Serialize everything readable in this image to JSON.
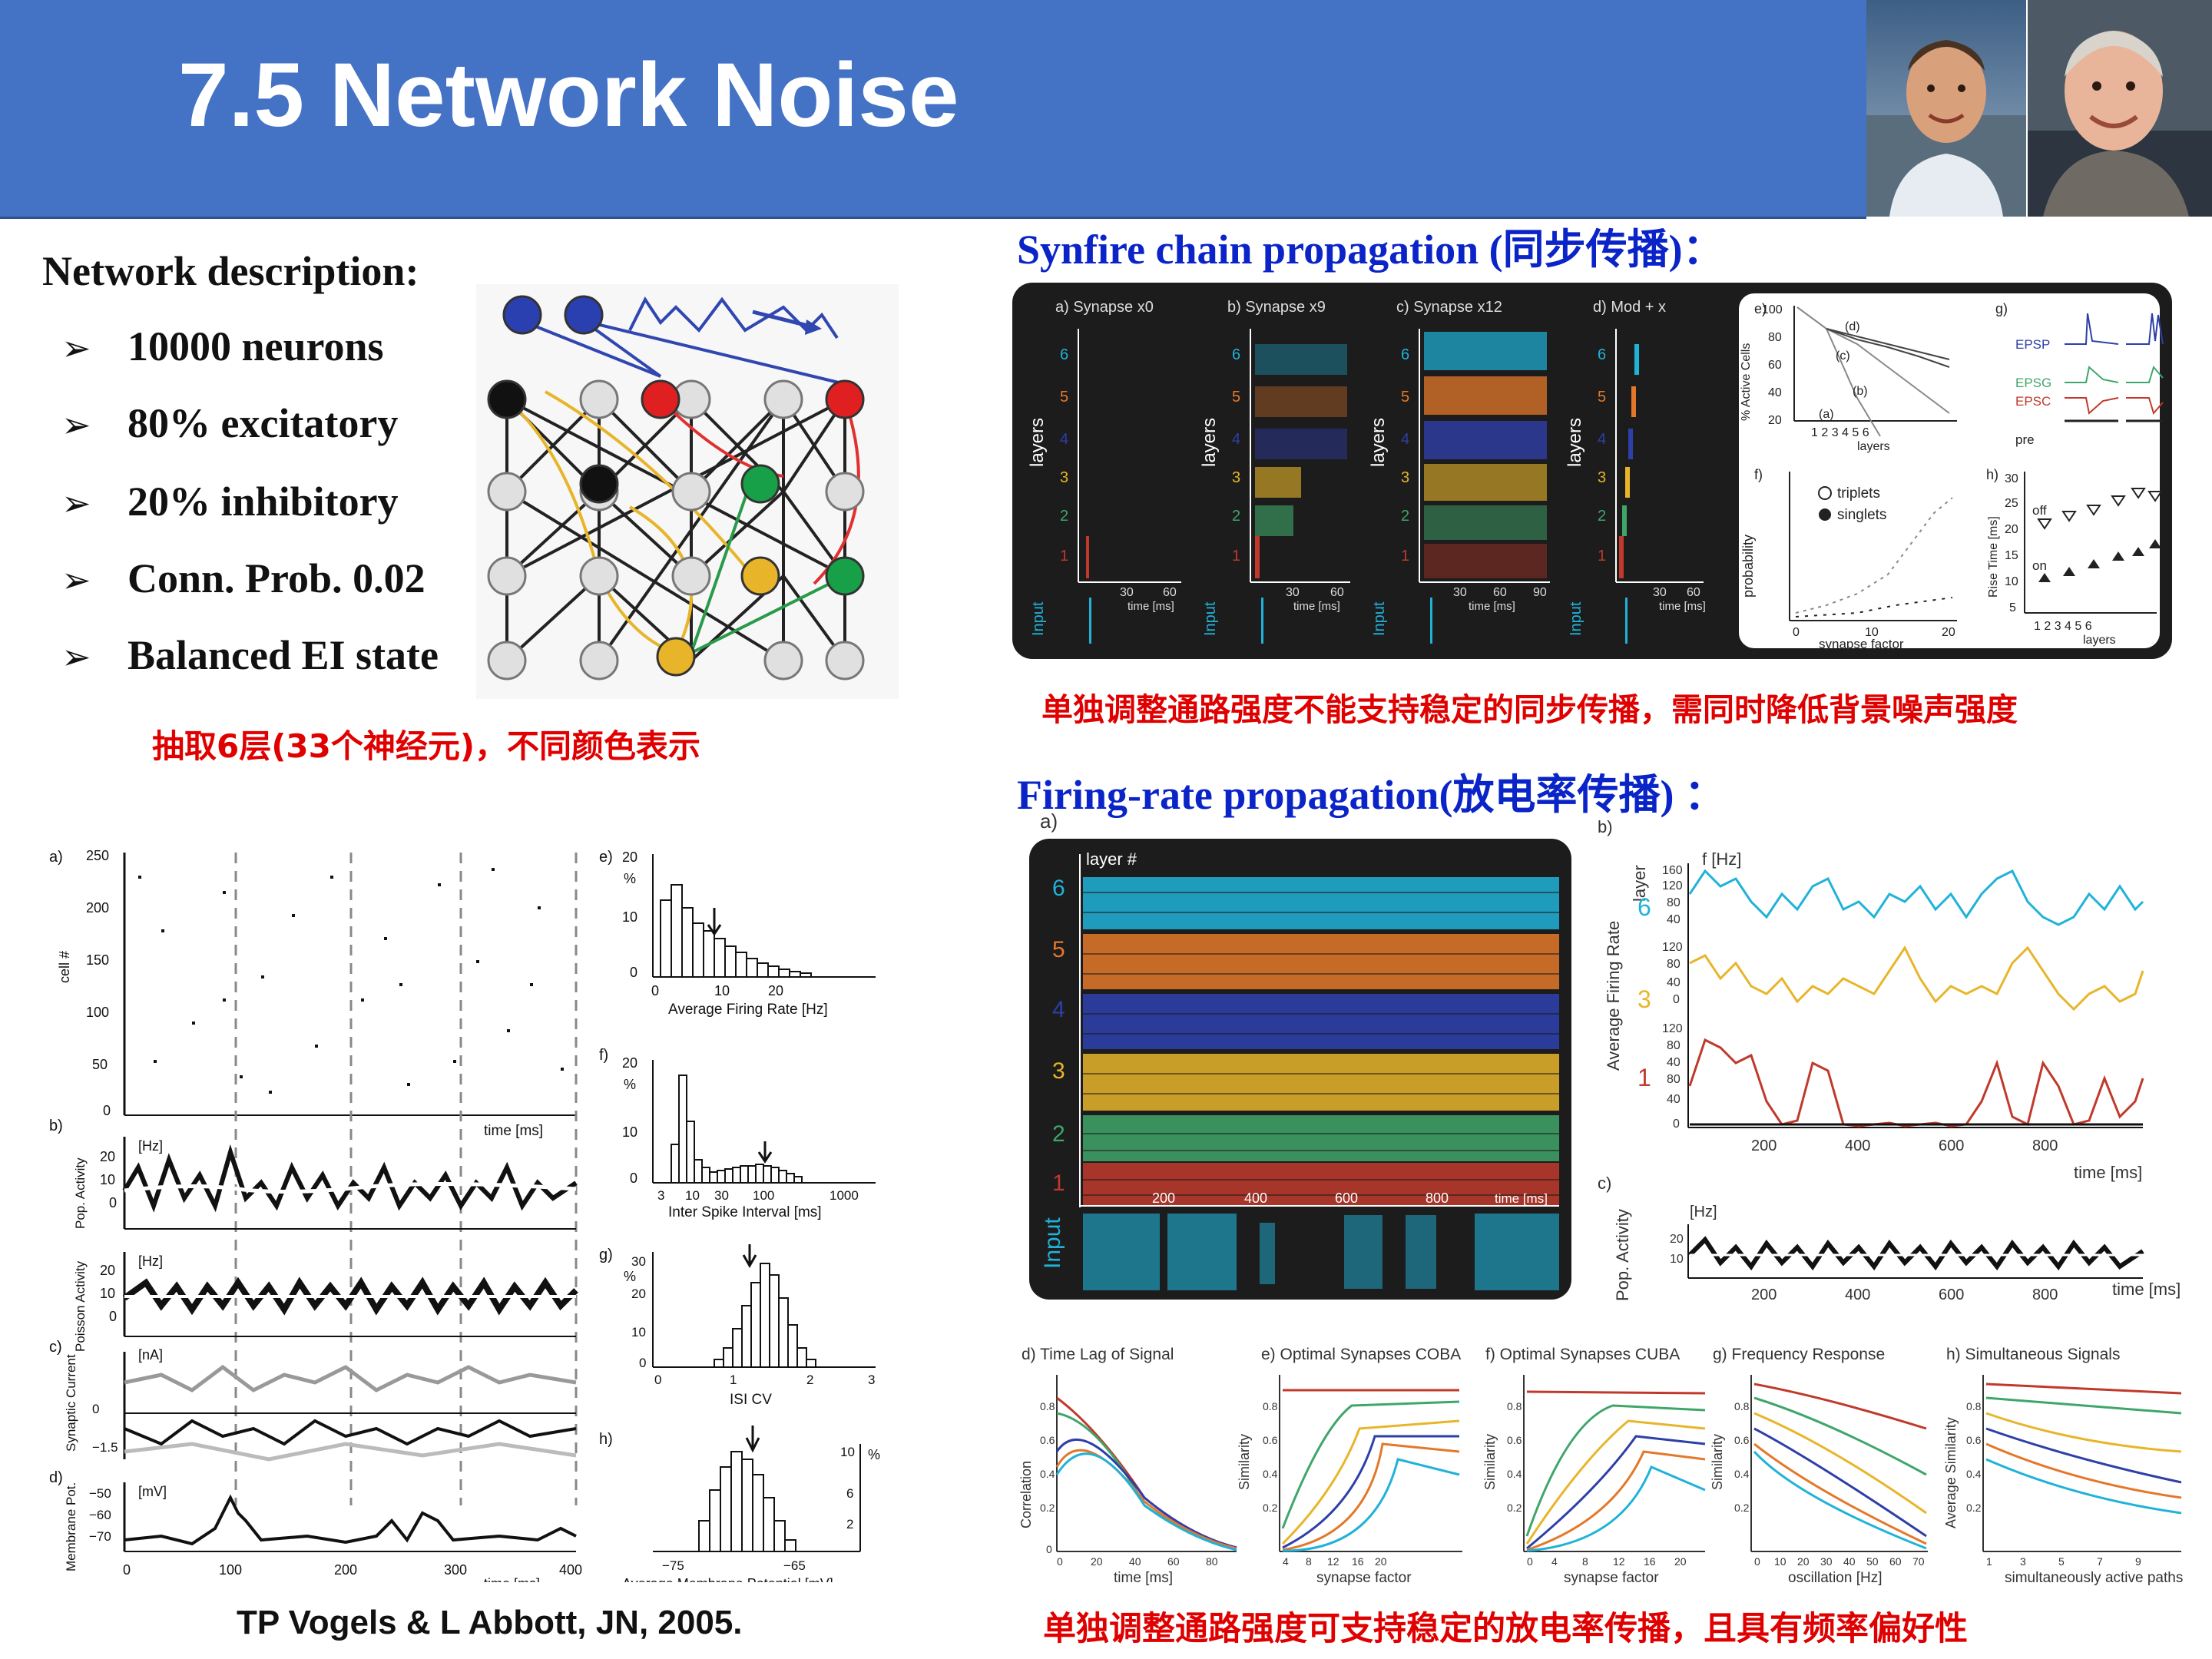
{
  "header": {
    "title": "7.5 Network Noise"
  },
  "network_description": {
    "heading": "Network description:",
    "bullets": [
      "10000 neurons",
      "80% excitatory",
      "20% inhibitory",
      "Conn. Prob. 0.02",
      "Balanced EI state"
    ],
    "note": "抽取6层(33个神经元)，不同颜色表示"
  },
  "synfire": {
    "heading_en": "Synfire chain propagation (",
    "heading_cn": "同步传播",
    "heading_end": ")：",
    "panels": [
      {
        "label": "a) Synapse x0"
      },
      {
        "label": "b) Synapse x9"
      },
      {
        "label": "c) Synapse x12"
      },
      {
        "label": "d) Mod + x"
      }
    ],
    "layer_axis": "layers",
    "input_label": "Input",
    "time_axis": "time [ms]",
    "e_ylabel": "% Active Cells",
    "e_xlabel": "layers",
    "f_legend": [
      "triplets",
      "singlets"
    ],
    "f_ylabel": "probability",
    "f_xlabel": "synapse factor",
    "g_labels": [
      "EPSP",
      "EPSG",
      "EPSC",
      "pre"
    ],
    "h_ylabel": "Rise Time [ms]",
    "h_xlabel": "layers",
    "h_legend": [
      "off",
      "on"
    ],
    "conclusion": "单独调整通路强度不能支持稳定的同步传播，需同时降低背景噪声强度"
  },
  "firing_rate": {
    "heading_en": "Firing-rate propagation(",
    "heading_cn": "放电率传播",
    "heading_end": ") ：",
    "raster_title": "layer #",
    "raster_time": "time [ms]",
    "input_label": "Input",
    "b_ylabel": "Average Firing Rate",
    "b_unit": "f [Hz]",
    "b_layer": "layer",
    "b_time": "time [ms]",
    "c_ylabel": "Pop. Activity",
    "c_unit": "[Hz]",
    "c_time": "time [ms]",
    "small_panels": [
      {
        "label": "d)   Time Lag of Signal",
        "xlabel": "time [ms]",
        "ylabel": "Correlation"
      },
      {
        "label": "e)   Optimal Synapses COBA",
        "xlabel": "synapse factor",
        "ylabel": "Similarity"
      },
      {
        "label": "f)   Optimal Synapses CUBA",
        "xlabel": "synapse factor",
        "ylabel": "Similarity"
      },
      {
        "label": "g)   Frequency Response",
        "xlabel": "oscillation [Hz]",
        "ylabel": "Similarity"
      },
      {
        "label": "h)   Simultaneous Signals",
        "xlabel": "simultaneously active paths",
        "ylabel": "Average Similarity"
      }
    ],
    "conclusion": "单独调整通路强度可支持稳定的放电率传播，且具有频率偏好性"
  },
  "left_figure": {
    "a_ylabel": "cell #",
    "a_time": "time   [ms]",
    "b_ylabel": "Pop. Activity",
    "b2_ylabel": "Poisson Activity",
    "c_ylabel": "Synaptic Current",
    "c_unit": "[nA]",
    "d_ylabel": "Membrane Pot.",
    "d_unit": "[mV]",
    "hz_unit": "[Hz]",
    "d_time": "time   [ms]",
    "e_xlabel": "Average Firing Rate   [Hz]",
    "f_xlabel": "Inter Spike Interval   [ms]",
    "g_xlabel": "ISI CV",
    "h_xlabel": "Average Membrane Potential   [mV]",
    "pct": "%"
  },
  "citation": "TP Vogels & L Abbott, JN, 2005.",
  "colors": {
    "title_bar": "#4472C4",
    "heading_blue": "#0A24C8",
    "conclusion_red": "#E00000",
    "layer_colors": [
      "#C0392B",
      "#3FA66A",
      "#E8B52A",
      "#2E3FA8",
      "#E4782A",
      "#20B2D8"
    ]
  }
}
